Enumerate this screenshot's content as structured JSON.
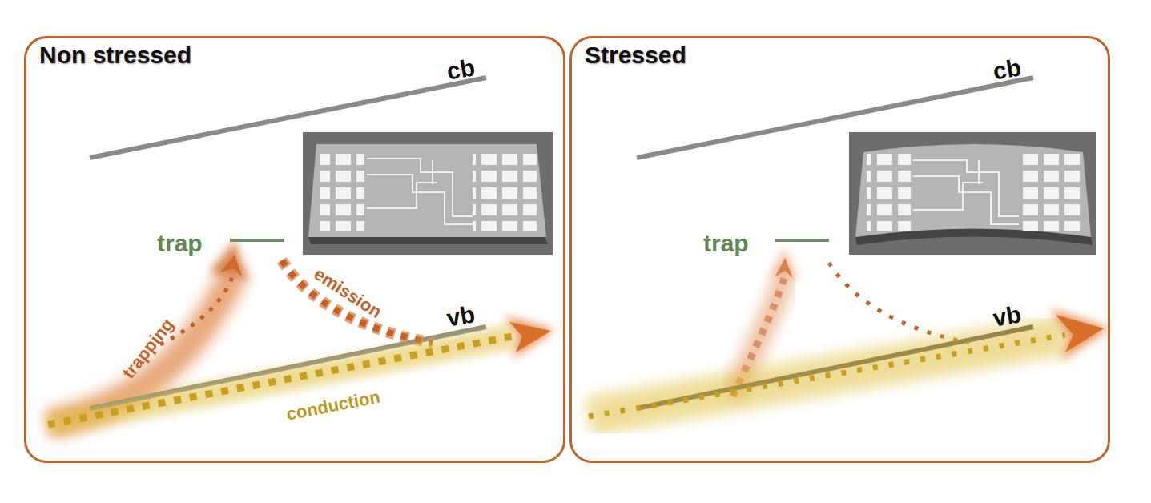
{
  "diagram": {
    "nodes": [
      {
        "text": [
          "Non stressed"
        ]
      },
      {
        "text": [
          "Stressed"
        ]
      }
    ],
    "labels": [
      "cb",
      "trap",
      "emission",
      "trapping",
      "vb",
      "conduction",
      "cb",
      "trap",
      "vb"
    ]
  }
}
